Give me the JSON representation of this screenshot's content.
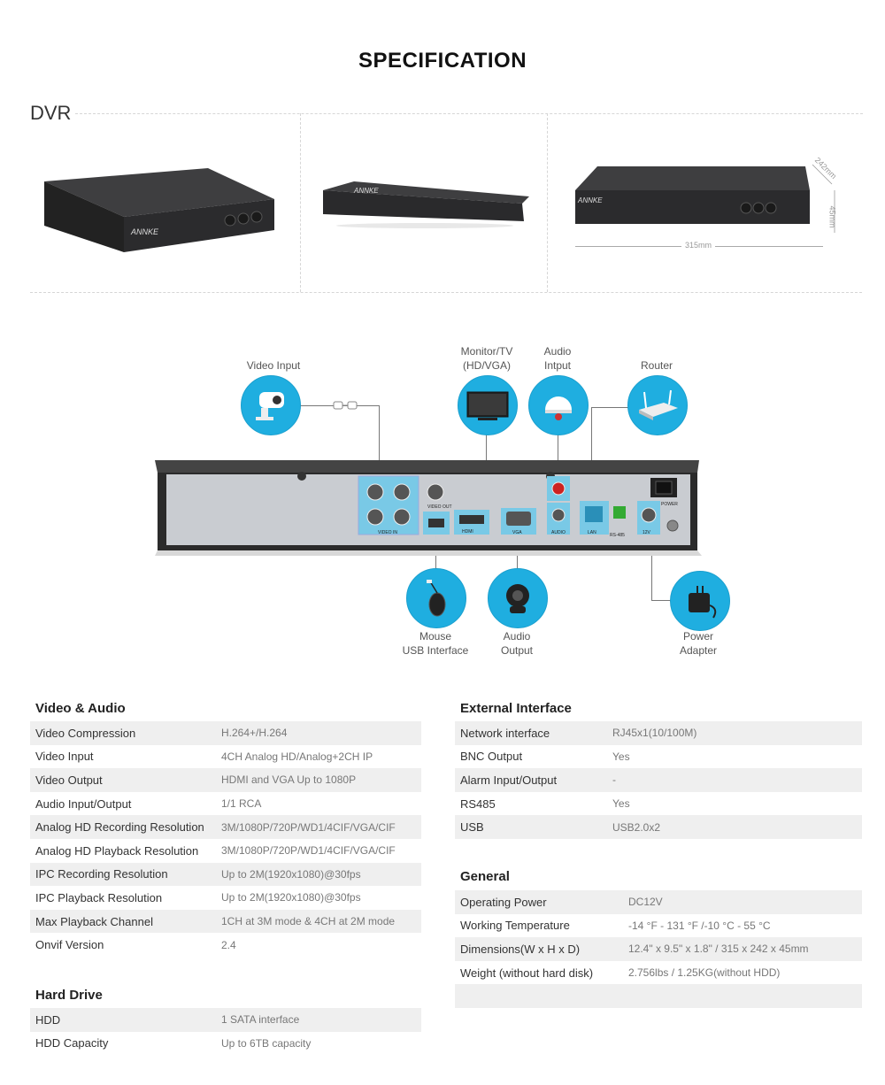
{
  "title": "SPECIFICATION",
  "dvr_label": "DVR",
  "dimensions": {
    "depth": "242mm",
    "height": "45mm",
    "width": "315mm"
  },
  "brand": "ANNKE",
  "devices": {
    "video_input": "Video Input",
    "monitor": "Monitor/TV\n(HD/VGA)",
    "audio_input": "Audio\nIntput",
    "router": "Router",
    "mouse": "Mouse\nUSB Interface",
    "audio_output": "Audio\nOutput",
    "power": "Power\nAdapter"
  },
  "panel_labels": {
    "video_in": "VIDEO IN",
    "video_out": "VIDEO OUT",
    "hdmi": "HDMI",
    "vga": "VGA",
    "audio": "AUDIO",
    "lan": "LAN",
    "rs485": "RS-485",
    "power": "POWER",
    "dc": "12V"
  },
  "video_audio": {
    "title": "Video & Audio",
    "rows": [
      {
        "k": "Video Compression",
        "v": "H.264+/H.264"
      },
      {
        "k": "Video Input",
        "v": "4CH Analog HD/Analog+2CH IP"
      },
      {
        "k": "Video Output",
        "v": "HDMI and VGA Up to 1080P"
      },
      {
        "k": "Audio Input/Output",
        "v": "1/1 RCA"
      },
      {
        "k": "Analog HD Recording Resolution",
        "v": "3M/1080P/720P/WD1/4CIF/VGA/CIF"
      },
      {
        "k": "Analog HD Playback Resolution",
        "v": "3M/1080P/720P/WD1/4CIF/VGA/CIF"
      },
      {
        "k": "IPC Recording Resolution",
        "v": "Up to 2M(1920x1080)@30fps"
      },
      {
        "k": "IPC Playback Resolution",
        "v": "Up to 2M(1920x1080)@30fps"
      },
      {
        "k": "Max Playback Channel",
        "v": "1CH at 3M mode & 4CH at 2M mode"
      },
      {
        "k": "Onvif Version",
        "v": "2.4"
      }
    ]
  },
  "hard_drive": {
    "title": "Hard Drive",
    "rows": [
      {
        "k": "HDD",
        "v": "1 SATA interface"
      },
      {
        "k": "HDD Capacity",
        "v": "Up to 6TB capacity"
      }
    ]
  },
  "external": {
    "title": "External Interface",
    "rows": [
      {
        "k": "Network interface",
        "v": "RJ45x1(10/100M)"
      },
      {
        "k": "BNC Output",
        "v": "Yes"
      },
      {
        "k": "Alarm Input/Output",
        "v": "-"
      },
      {
        "k": "RS485",
        "v": "Yes"
      },
      {
        "k": "USB",
        "v": "USB2.0x2"
      }
    ]
  },
  "general": {
    "title": "General",
    "rows": [
      {
        "k": "Operating Power",
        "v": "DC12V"
      },
      {
        "k": "Working Temperature",
        "v": "-14 °F - 131 °F /-10 °C - 55 °C"
      },
      {
        "k": "Dimensions(W x H x D)",
        "v": "12.4\" x 9.5\" x 1.8\" / 315 x 242 x 45mm"
      },
      {
        "k": "Weight (without hard disk)",
        "v": "2.756lbs / 1.25KG(without HDD)"
      },
      {
        "k": "",
        "v": ""
      }
    ]
  }
}
